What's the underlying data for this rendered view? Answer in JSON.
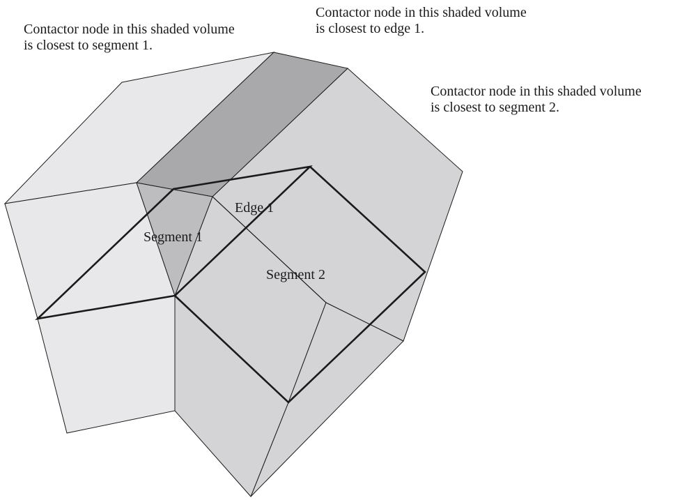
{
  "captions": {
    "edge1": {
      "line1": "Contactor node in this shaded volume",
      "line2": "is closest to edge 1."
    },
    "segment1": {
      "line1": "Contactor node in this shaded volume",
      "line2": "is closest to segment 1."
    },
    "segment2": {
      "line1": "Contactor node in this shaded volume",
      "line2": "is closest to segment 2."
    }
  },
  "labels": {
    "edge1": "Edge 1",
    "segment1": "Segment 1",
    "segment2": "Segment 2"
  },
  "colors": {
    "left_volume": "#e8e8ea",
    "segment2_volume": "#d4d4d6",
    "edge1_volume": "#a9a9ab",
    "segment1_volume": "#bdbdbf",
    "outline": "#1a1a1a"
  }
}
